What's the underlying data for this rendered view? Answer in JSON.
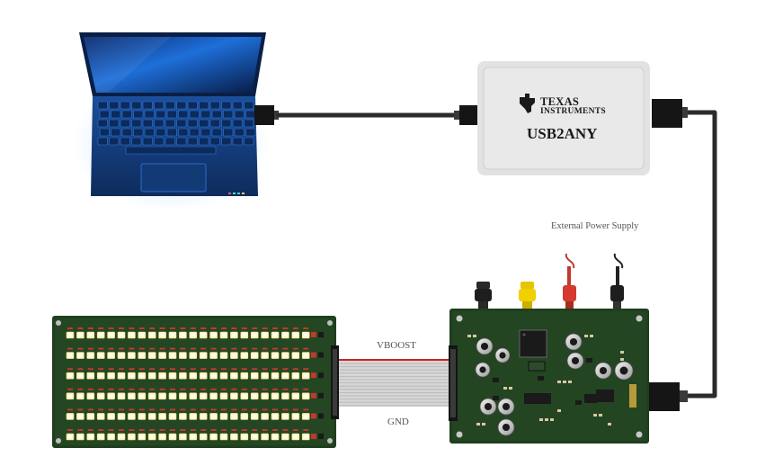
{
  "usb2any": {
    "brand_line1": "Texas",
    "brand_line2": "Instruments",
    "product": "USB2ANY"
  },
  "labels": {
    "power_supply": "External Power Supply",
    "vboost": "VBOOST",
    "gnd": "GND"
  },
  "colors": {
    "pcb_green": "#1f3f1f",
    "ribbon_gray": "#d6d6d6",
    "ribbon_red": "#cc2222",
    "probe_red": "#d43a2f",
    "probe_yellow": "#f0d000",
    "cable": "#2b2b2b",
    "laptop_blue": "#1565c0"
  },
  "led_board": {
    "led_rows": 6,
    "leds_per_row": 24
  }
}
